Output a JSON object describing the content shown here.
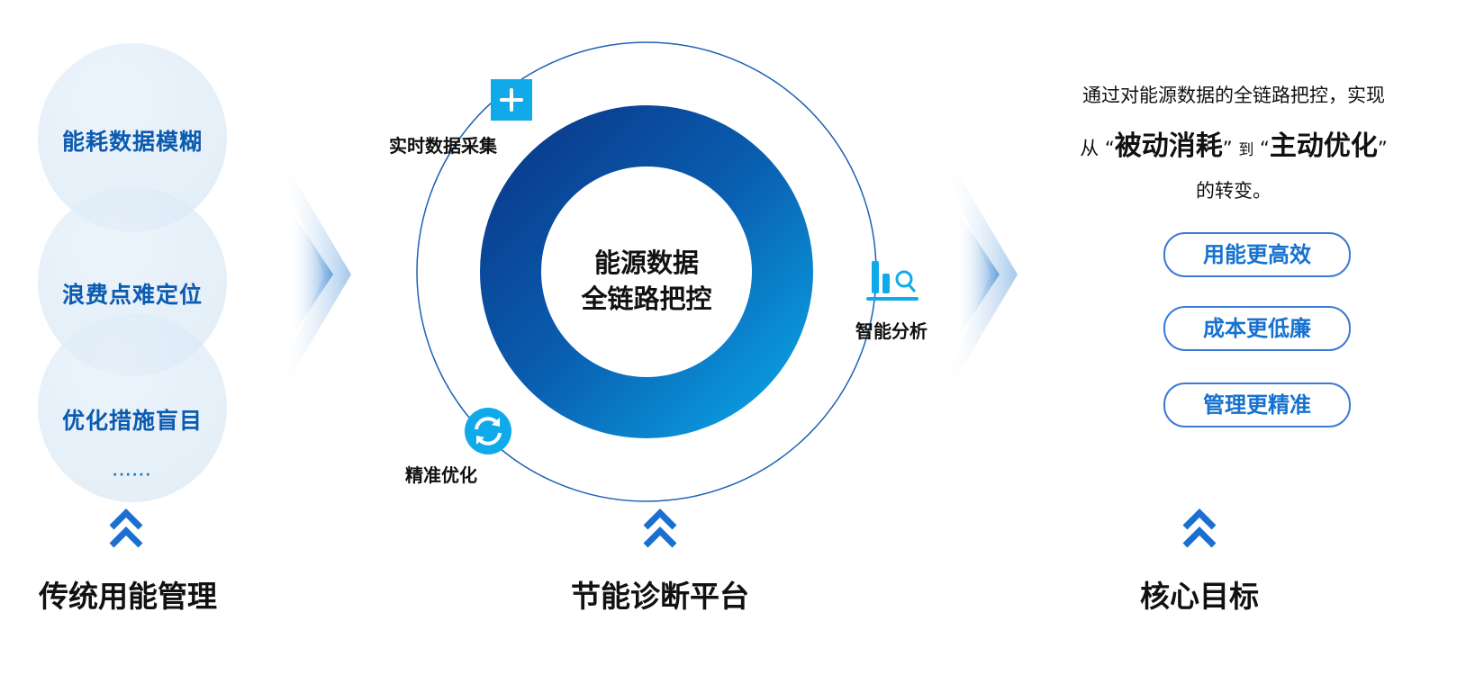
{
  "left": {
    "items": [
      "能耗数据模糊",
      "浪费点难定位",
      "优化措施盲目"
    ],
    "ellipsis": "······",
    "title": "传统用能管理"
  },
  "center": {
    "core_line1": "能源数据",
    "core_line2": "全链路把控",
    "nodes": [
      {
        "label": "实时数据采集",
        "icon": "plus-icon"
      },
      {
        "label": "智能分析",
        "icon": "bar-chart-search-icon"
      },
      {
        "label": "精准优化",
        "icon": "refresh-icon"
      }
    ],
    "title": "节能诊断平台"
  },
  "right": {
    "line1": "通过对能源数据的全链路把控，实现",
    "line2_prefix": "从",
    "quote1": "被动消耗",
    "line2_mid": "到",
    "quote2": "主动优化",
    "line3": "的转变。",
    "goals": [
      "用能更高效",
      "成本更低廉",
      "管理更精准"
    ],
    "title": "核心目标"
  },
  "colors": {
    "primary": "#0b4fa0",
    "accent": "#1ea0e6",
    "pill_border": "#3d7ad6"
  }
}
